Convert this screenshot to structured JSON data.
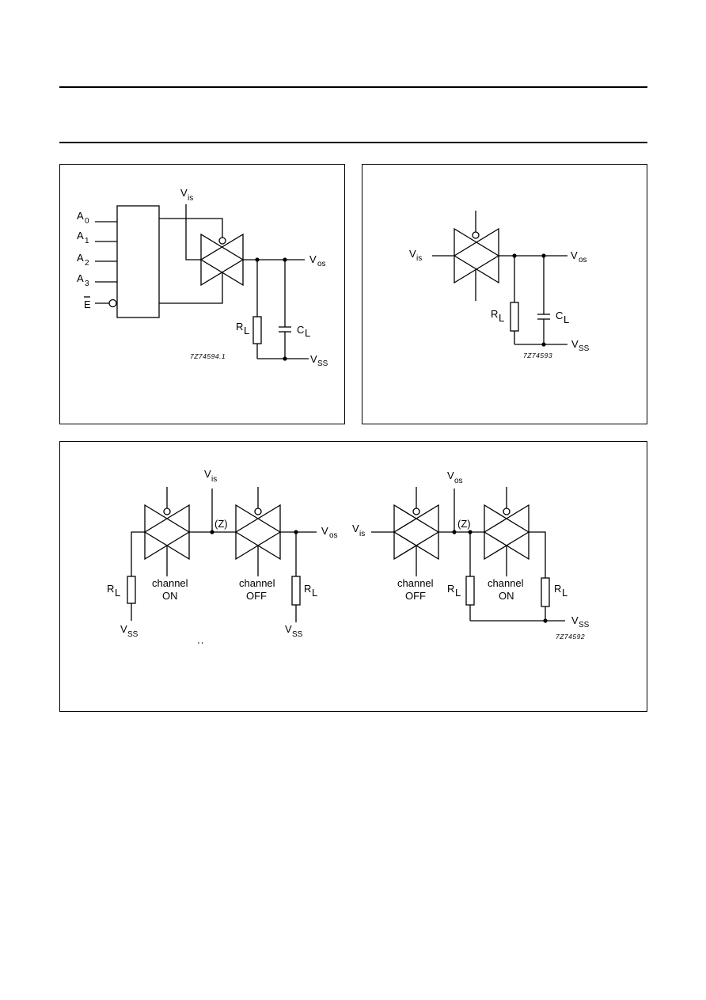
{
  "labels": {
    "a0": "A",
    "a0_sub": "0",
    "a1": "A",
    "a1_sub": "1",
    "a2": "A",
    "a2_sub": "2",
    "a3": "A",
    "a3_sub": "3",
    "e_bar": "E",
    "v": "V",
    "r": "R",
    "c": "C",
    "sub_is": "is",
    "sub_os": "os",
    "sub_ss": "SS",
    "sub_l": "L",
    "z": "(Z)",
    "channel": "channel",
    "on": "ON",
    "off": "OFF",
    "tick": "' '"
  },
  "fig1": {
    "code": "7Z74594.1"
  },
  "fig2": {
    "code": "7Z74593"
  },
  "fig3": {
    "code": "7Z74592"
  }
}
